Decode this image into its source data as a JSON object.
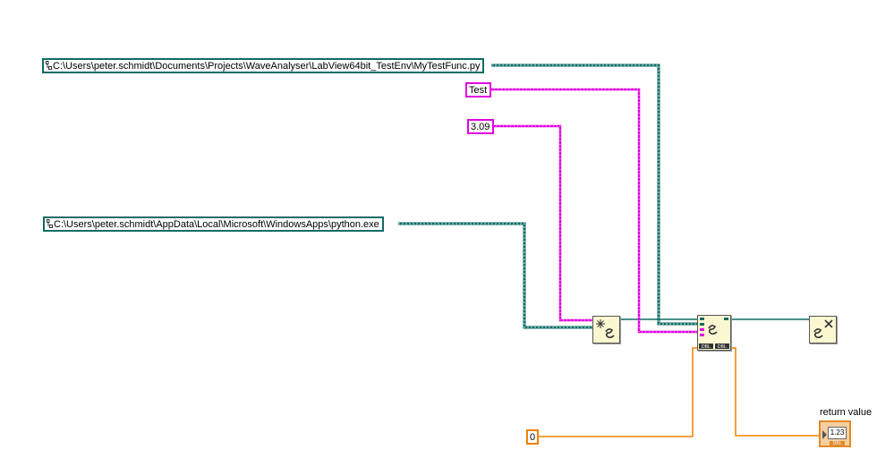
{
  "constants": {
    "script_path": "C:\\Users\\peter.schmidt\\Documents\\Projects\\WaveAnalyser\\LabView64bit_TestEnv\\MyTestFunc.py",
    "string_arg": "Test",
    "numeric_arg": "3.09",
    "python_path": "C:\\Users\\peter.schmidt\\AppData\\Local\\Microsoft\\WindowsApps\\python.exe",
    "default_return": "0"
  },
  "indicator": {
    "label": "return value",
    "display": "1.23",
    "type": "DBL"
  },
  "nodes": {
    "open_session_icon": "python-open-session-icon",
    "call_function_icon": "python-call-function-icon",
    "close_session_icon": "python-close-session-icon",
    "terminal_type_left": "DBL",
    "terminal_type_right": "DBL"
  },
  "colors": {
    "path_wire": "#0e6b66",
    "string_wire": "#e000e0",
    "numeric_wire": "#f08000",
    "node_fill": "#fbf7d0"
  }
}
